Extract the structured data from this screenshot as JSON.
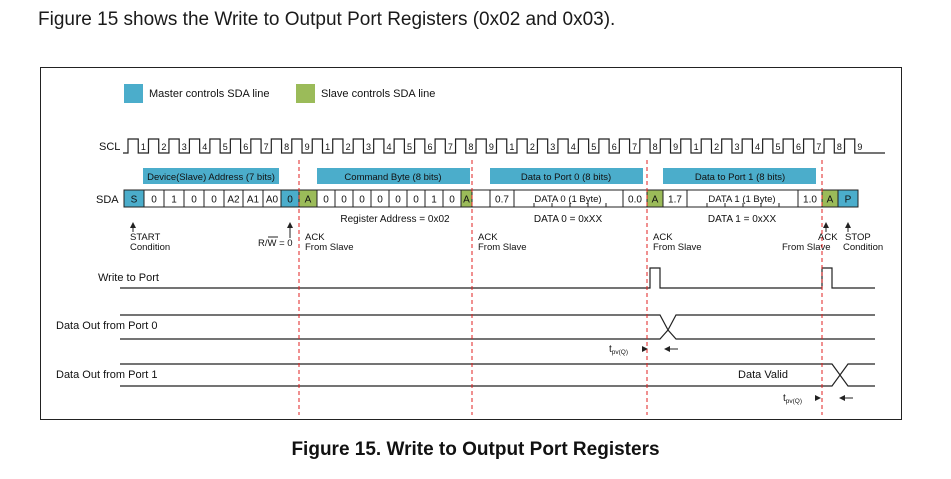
{
  "heading": "Figure 15 shows the Write to Output Port Registers (0x02 and 0x03).",
  "caption": "Figure 15. Write to Output Port Registers",
  "legend": {
    "master_label": "Master controls SDA line",
    "slave_label": "Slave controls SDA line"
  },
  "colors": {
    "master": "#4badcb",
    "slave": "#9bbb59",
    "marker": "#e02020",
    "line": "#222222"
  },
  "signals": {
    "scl": "SCL",
    "sda": "SDA",
    "write_to_port": "Write to Port",
    "data_out_port0": "Data Out from Port 0",
    "data_out_port1": "Data Out from Port 1"
  },
  "scl_clock_labels": [
    "1",
    "2",
    "3",
    "4",
    "5",
    "6",
    "7",
    "8",
    "9",
    "1",
    "2",
    "3",
    "4",
    "5",
    "6",
    "7",
    "8",
    "9",
    "1",
    "2",
    "3",
    "4",
    "5",
    "6",
    "7",
    "8",
    "9",
    "1",
    "2",
    "3",
    "4",
    "5",
    "6",
    "7",
    "8",
    "9"
  ],
  "field_headers": {
    "address": "Device(Slave) Address (7 bits)",
    "command": "Command Byte (8 bits)",
    "data0": "Data to Port 0 (8 bits)",
    "data1": "Data to Port 1 (8 bits)"
  },
  "address_cells": [
    "S",
    "0",
    "1",
    "0",
    "0",
    "A2",
    "A1",
    "A0",
    "0",
    "A"
  ],
  "command_cells": [
    "0",
    "0",
    "0",
    "0",
    "0",
    "0",
    "1",
    "0",
    "A"
  ],
  "data0_cells": {
    "first": "0.7",
    "middle": "DATA 0 (1 Byte)",
    "last": "0.0",
    "ack": "A"
  },
  "data1_cells": {
    "first": "1.7",
    "middle": "DATA 1 (1 Byte)",
    "last": "1.0",
    "ack": "A",
    "stop": "P"
  },
  "sda_sublabels": {
    "register_address": "Register Address = 0x02",
    "data0_value": "DATA 0 = 0xXX",
    "data1_value": "DATA 1 = 0xXX"
  },
  "annotations": {
    "start": [
      "START",
      "Condition"
    ],
    "rw": "R/W = 0",
    "ack_slave": [
      "ACK",
      "From Slave"
    ],
    "stop": [
      "STOP",
      "Condition"
    ]
  },
  "data_valid": "Data Valid",
  "tpv_label": "t",
  "tpv_sub": "pv(Q)"
}
